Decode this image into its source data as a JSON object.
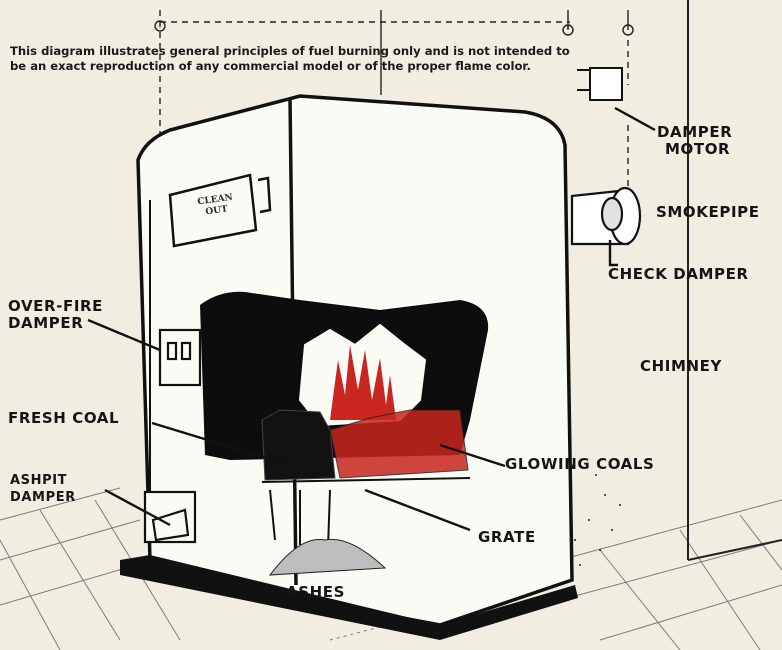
{
  "note": "This diagram illustrates general principles of fuel burning only and is not intended to be an exact reproduction of any commercial model or of the proper flame color.",
  "door_label": "CLEAN OUT",
  "labels": {
    "damper_motor": [
      "DAMPER",
      "MOTOR"
    ],
    "smokepipe": "SMOKEPIPE",
    "check_damper": "CHECK DAMPER",
    "over_fire_damper": [
      "OVER-FIRE",
      "DAMPER"
    ],
    "chimney": "CHIMNEY",
    "fresh_coal": "FRESH COAL",
    "glowing_coals": "GLOWING COALS",
    "ashpit_damper": [
      "ASHPIT",
      "DAMPER"
    ],
    "grate": "GRATE",
    "ashes": "ASHES"
  },
  "colors": {
    "background": "#f1ede1",
    "ink": "#151515",
    "flame": "#c8261e"
  }
}
